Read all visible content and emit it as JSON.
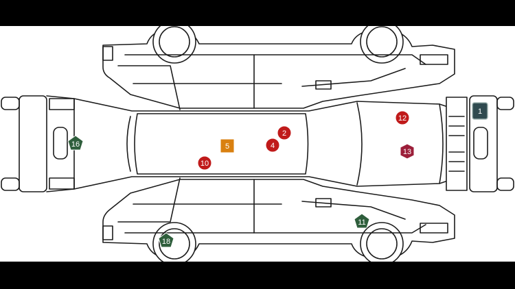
{
  "diagram": {
    "markers": [
      {
        "label": "1",
        "shape": "rounded-square",
        "color": "#2f4a4f"
      },
      {
        "label": "2",
        "shape": "circle",
        "color": "#c01a1a"
      },
      {
        "label": "4",
        "shape": "circle",
        "color": "#c01a1a"
      },
      {
        "label": "5",
        "shape": "square",
        "color": "#d98010"
      },
      {
        "label": "10",
        "shape": "circle",
        "color": "#c01a1a"
      },
      {
        "label": "11",
        "shape": "pentagon",
        "color": "#2f5e3c"
      },
      {
        "label": "12",
        "shape": "circle",
        "color": "#c01a1a"
      },
      {
        "label": "13",
        "shape": "hexagon",
        "color": "#9c1f3a"
      },
      {
        "label": "16",
        "shape": "pentagon",
        "color": "#2f5e3c"
      },
      {
        "label": "18",
        "shape": "pentagon",
        "color": "#2f5e3c"
      }
    ]
  }
}
